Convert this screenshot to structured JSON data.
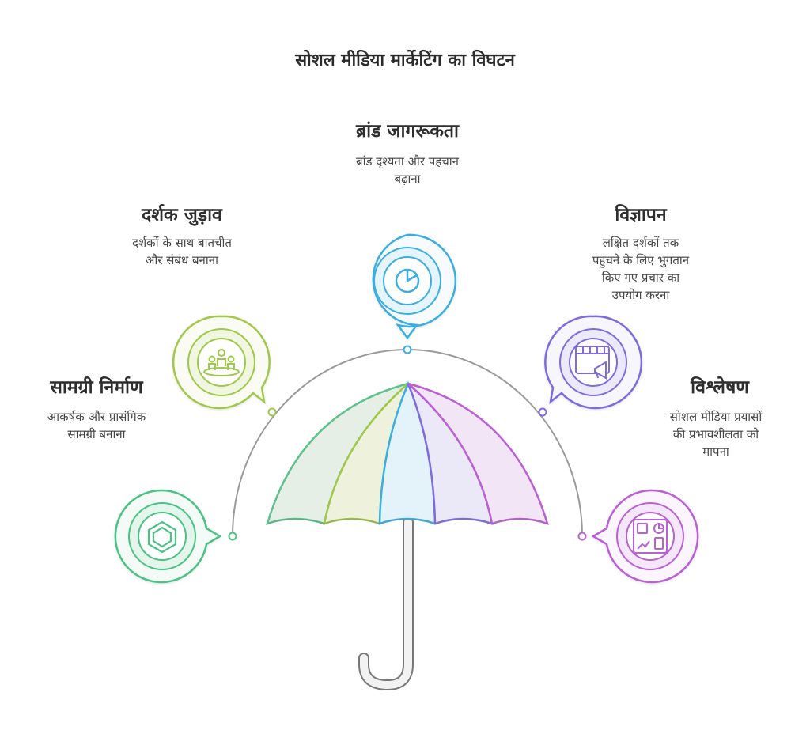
{
  "title": "सोशल मीडिया मार्केटिंग का विघटन",
  "sections": {
    "brand": {
      "heading": "ब्रांड जागरूकता",
      "description": "ब्रांड दृश्यता और पहचान\nबढ़ाना",
      "icon": "pie-chart-icon",
      "color": "#3aaee0"
    },
    "audience": {
      "heading": "दर्शक जुड़ाव",
      "description": "दर्शकों के साथ बातचीत\nऔर संबंध बनाना",
      "icon": "people-group-icon",
      "color": "#9fc84a"
    },
    "content": {
      "heading": "सामग्री निर्माण",
      "description": "आकर्षक और प्रासंगिक\nसामग्री बनाना",
      "icon": "cube-icon",
      "color": "#49c283"
    },
    "ads": {
      "heading": "विज्ञापन",
      "description": "लक्षित दर्शकों तक\nपहुंचने के लिए भुगतान\nकिए गए प्रचार का\nउपयोग करना",
      "icon": "video-megaphone-icon",
      "color": "#7f6be0"
    },
    "analytics": {
      "heading": "विश्लेषण",
      "description": "सोशल मीडिया प्रयासों\nकी प्रभावशीलता को\nमापना",
      "icon": "analytics-dashboard-icon",
      "color": "#bb5fd6"
    }
  }
}
